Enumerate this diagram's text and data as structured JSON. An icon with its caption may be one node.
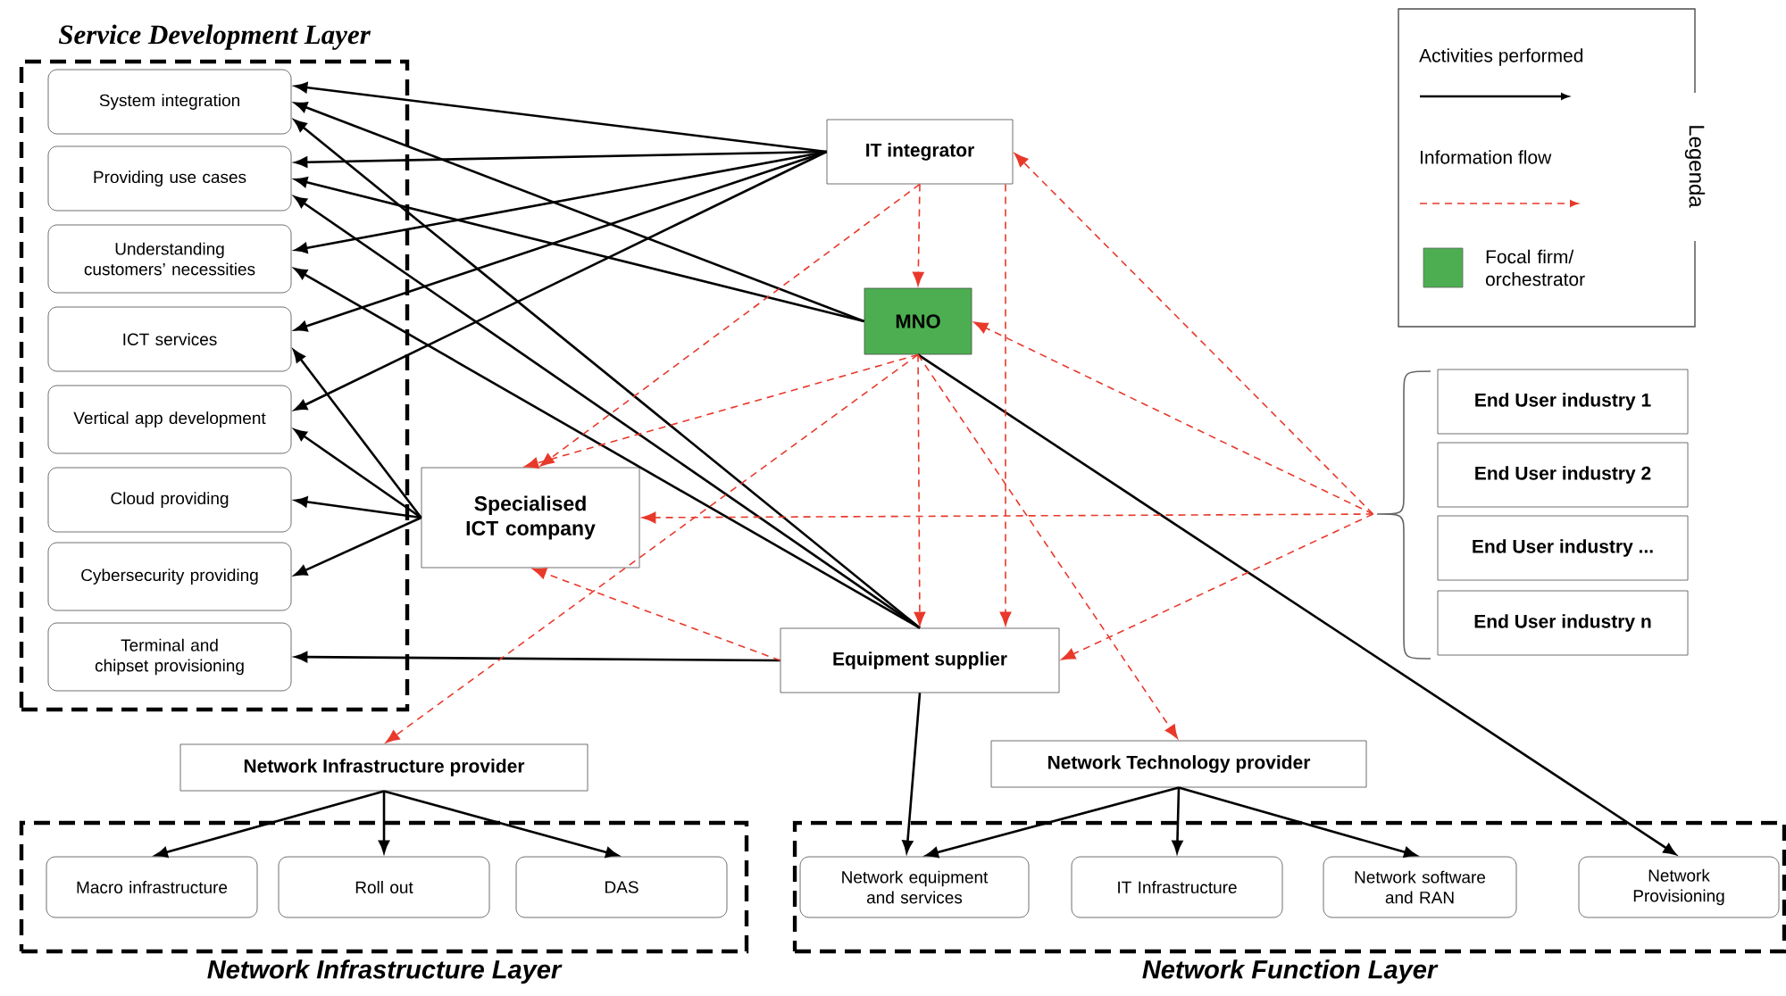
{
  "diagram": {
    "nodes": [
      {
        "text": [
          "Service Development Layer"
        ]
      },
      {
        "text": [
          "System integration"
        ],
        "in": 0
      },
      {
        "text": [
          "Providing use cases"
        ],
        "in": 0
      },
      {
        "text": [
          "Understanding customers’ necessities"
        ],
        "in": 0
      },
      {
        "text": [
          "ICT services"
        ],
        "in": 0
      },
      {
        "text": [
          "Vertical app development"
        ],
        "in": 0
      },
      {
        "text": [
          "Cloud providing"
        ],
        "in": 0
      },
      {
        "text": [
          "Cybersecurity providing"
        ],
        "in": 0
      },
      {
        "text": [
          "Terminal and chipset provisioning"
        ],
        "in": 0
      },
      {
        "text": [
          "IT integrator"
        ]
      },
      {
        "text": [
          "MNO"
        ]
      },
      {
        "text": [
          "Specialised ICT company"
        ]
      },
      {
        "text": [
          "Equipment supplier"
        ]
      },
      {
        "text": [
          "End User industry 1"
        ]
      },
      {
        "text": [
          "End User industry 2"
        ]
      },
      {
        "text": [
          "End User industry ..."
        ]
      },
      {
        "text": [
          "End User industry n"
        ]
      },
      {
        "text": [
          "Network Infrastructure provider"
        ]
      },
      {
        "text": [
          "Network Technology provider"
        ]
      },
      {
        "text": [
          "Network Infrastructure Layer"
        ]
      },
      {
        "text": [
          "Macro infrastructure"
        ],
        "in": 19
      },
      {
        "text": [
          "Roll out"
        ],
        "in": 19
      },
      {
        "text": [
          "DAS"
        ],
        "in": 19
      },
      {
        "text": [
          "Network Function Layer"
        ]
      },
      {
        "text": [
          "Network equipment and services"
        ],
        "in": 23
      },
      {
        "text": [
          "IT Infrastructure"
        ],
        "in": 23
      },
      {
        "text": [
          "Network software and RAN"
        ],
        "in": 23
      },
      {
        "text": [
          "Network Provisioning"
        ],
        "in": 23
      },
      {
        "text": [],
        "shape": "brace"
      }
    ],
    "edges": [
      {
        "from": 9,
        "to": 1,
        "arrow": "to"
      },
      {
        "from": 9,
        "to": 2,
        "arrow": "to"
      },
      {
        "from": 9,
        "to": 3,
        "arrow": "to"
      },
      {
        "from": 9,
        "to": 4,
        "arrow": "to"
      },
      {
        "from": 9,
        "to": 5,
        "arrow": "to"
      },
      {
        "from": 10,
        "to": 1,
        "arrow": "to"
      },
      {
        "from": 10,
        "to": 2,
        "arrow": "to"
      },
      {
        "from": 11,
        "to": 4,
        "arrow": "to"
      },
      {
        "from": 11,
        "to": 5,
        "arrow": "to"
      },
      {
        "from": 11,
        "to": 6,
        "arrow": "to"
      },
      {
        "from": 11,
        "to": 7,
        "arrow": "to"
      },
      {
        "from": 12,
        "to": 1,
        "arrow": "to"
      },
      {
        "from": 12,
        "to": 2,
        "arrow": "to"
      },
      {
        "from": 12,
        "to": 3,
        "arrow": "to"
      },
      {
        "from": 12,
        "to": 8,
        "arrow": "to"
      },
      {
        "from": 10,
        "to": 27,
        "arrow": "to"
      },
      {
        "from": 12,
        "to": 24,
        "arrow": "to"
      },
      {
        "from": 17,
        "to": 20,
        "arrow": "to"
      },
      {
        "from": 17,
        "to": 21,
        "arrow": "to"
      },
      {
        "from": 17,
        "to": 22,
        "arrow": "to"
      },
      {
        "from": 18,
        "to": 24,
        "arrow": "to"
      },
      {
        "from": 18,
        "to": 25,
        "arrow": "to"
      },
      {
        "from": 18,
        "to": 26,
        "arrow": "to"
      },
      {
        "from": 9,
        "to": 10,
        "arrow": "to",
        "style": "dashed",
        "color": "#e8392b"
      },
      {
        "from": 9,
        "to": 12,
        "arrow": "to",
        "style": "dashed",
        "color": "#e8392b"
      },
      {
        "from": 9,
        "to": 11,
        "arrow": "to",
        "style": "dashed",
        "color": "#e8392b"
      },
      {
        "from": 10,
        "to": 11,
        "arrow": "to",
        "style": "dashed",
        "color": "#e8392b"
      },
      {
        "from": 10,
        "to": 17,
        "arrow": "to",
        "style": "dashed",
        "color": "#e8392b"
      },
      {
        "from": 10,
        "to": 12,
        "arrow": "to",
        "style": "dashed",
        "color": "#e8392b"
      },
      {
        "from": 10,
        "to": 18,
        "arrow": "to",
        "style": "dashed",
        "color": "#e8392b"
      },
      {
        "from": 12,
        "to": 11,
        "arrow": "to",
        "style": "dashed",
        "color": "#e8392b"
      },
      {
        "from": 28,
        "to": 9,
        "arrow": "to",
        "style": "dashed",
        "color": "#e8392b"
      },
      {
        "from": 28,
        "to": 10,
        "arrow": "to",
        "style": "dashed",
        "color": "#e8392b"
      },
      {
        "from": 28,
        "to": 11,
        "arrow": "to",
        "style": "dashed",
        "color": "#e8392b"
      },
      {
        "from": 28,
        "to": 12,
        "arrow": "to",
        "style": "dashed",
        "color": "#e8392b"
      }
    ],
    "labels": [
      "Legenda"
    ],
    "legend": [
      {
        "text": "Activities performed"
      },
      {
        "text": "Information flow"
      },
      {
        "text": "Focal firm/ orchestrator",
        "color": "#4cae50"
      }
    ]
  }
}
